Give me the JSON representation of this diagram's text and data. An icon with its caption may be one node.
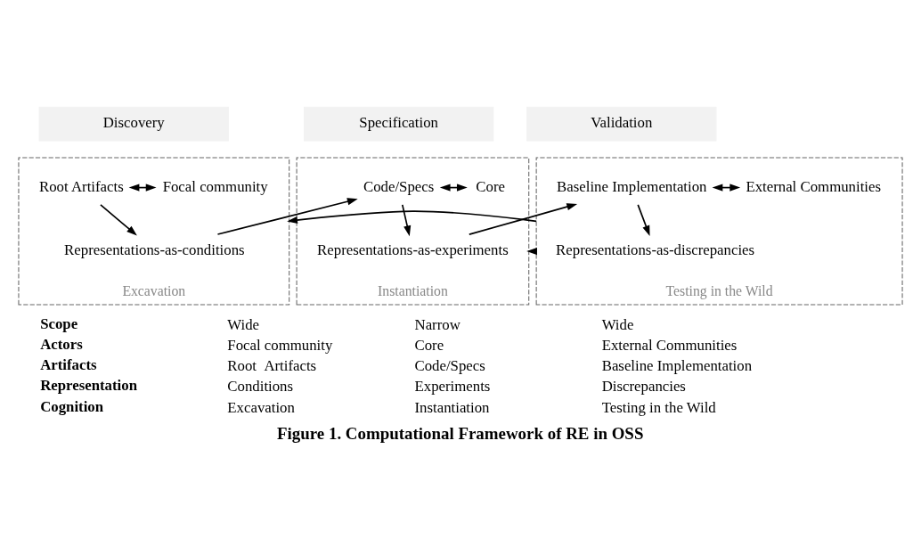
{
  "diagram": {
    "caption": "Figure 1. Computational Framework of RE in OSS",
    "nodes": [
      {
        "text": [
          "Discovery"
        ]
      },
      {
        "text": [
          "Specification"
        ]
      },
      {
        "text": [
          "Validation"
        ]
      },
      {
        "text": [
          "Excavation"
        ]
      },
      {
        "text": [
          "Root Artifacts"
        ],
        "in": 3
      },
      {
        "text": [
          "Focal community"
        ],
        "in": 3
      },
      {
        "text": [
          "Representations-as-conditions"
        ],
        "in": 3
      },
      {
        "text": [
          "Instantiation"
        ]
      },
      {
        "text": [
          "Code/Specs"
        ],
        "in": 7
      },
      {
        "text": [
          "Core"
        ],
        "in": 7
      },
      {
        "text": [
          "Representations-as-experiments"
        ],
        "in": 7
      },
      {
        "text": [
          "Testing in the Wild"
        ]
      },
      {
        "text": [
          "Baseline Implementation"
        ],
        "in": 11
      },
      {
        "text": [
          "External Communities"
        ],
        "in": 11
      },
      {
        "text": [
          "Representations-as-discrepancies"
        ],
        "in": 11
      }
    ],
    "edges": [
      {
        "from": 4,
        "to": 5,
        "arrow": "both"
      },
      {
        "from": 4,
        "to": 6,
        "arrow": "to"
      },
      {
        "from": 6,
        "to": 8,
        "arrow": "to"
      },
      {
        "from": 8,
        "to": 9,
        "arrow": "both"
      },
      {
        "from": 8,
        "to": 10,
        "arrow": "to"
      },
      {
        "from": 10,
        "to": 12,
        "arrow": "to"
      },
      {
        "from": 12,
        "to": 13,
        "arrow": "both"
      },
      {
        "from": 12,
        "to": 14,
        "arrow": "to"
      },
      {
        "from": 11,
        "to": 3,
        "arrow": "to"
      },
      {
        "from": 11,
        "to": 7,
        "arrow": "to"
      }
    ],
    "labels": [
      "Scope",
      "Wide",
      "Narrow",
      "Wide",
      "Actors",
      "Focal community",
      "Core",
      "External Communities",
      "Artifacts",
      "Root  Artifacts",
      "Code/Specs",
      "Baseline Implementation",
      "Representation",
      "Conditions",
      "Experiments",
      "Discrepancies",
      "Cognition",
      "Excavation",
      "Instantiation",
      "Testing in the Wild"
    ]
  }
}
